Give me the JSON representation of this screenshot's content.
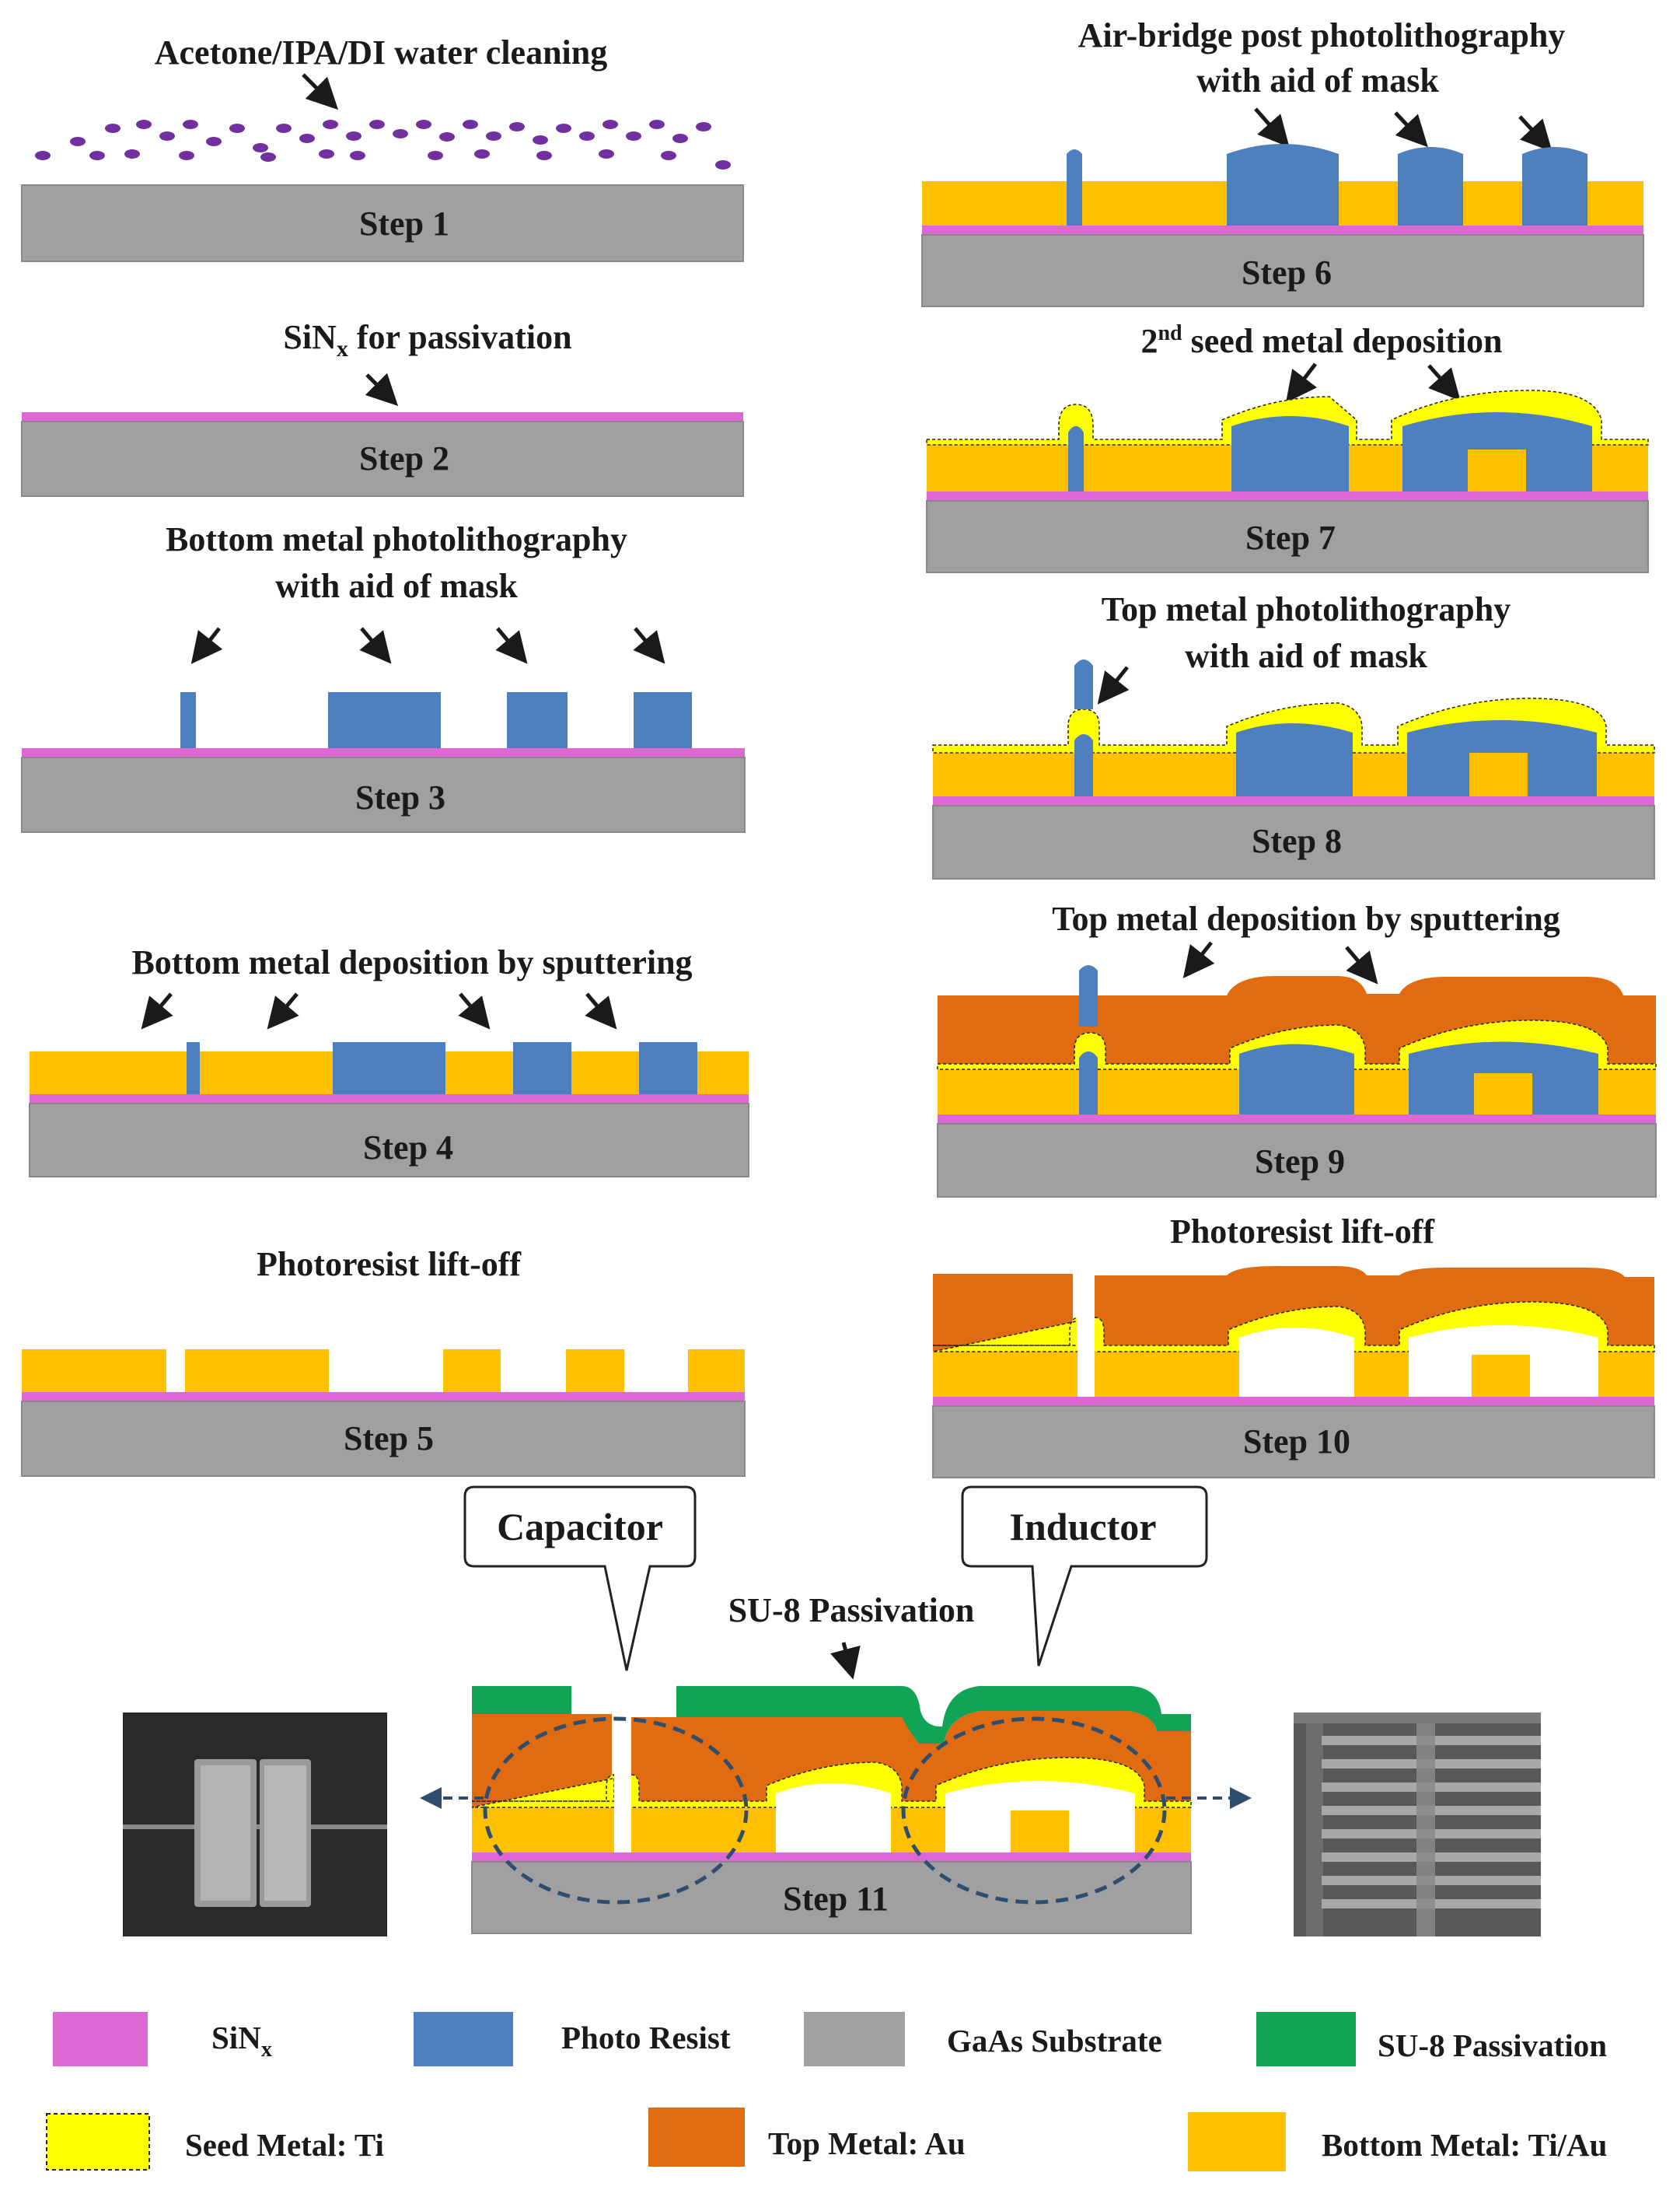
{
  "colors": {
    "sinx": "#DD67D3",
    "photo_resist": "#4E80BF",
    "gaas_substrate": "#A0A0A0",
    "su8_passivation": "#11A456",
    "seed_metal": "#FFFF00",
    "top_metal": "#E06B10",
    "bottom_metal": "#FFC000",
    "particles": "#7030A0",
    "arrow": "#1a1a1a",
    "sem_bg": "#2a2a2a"
  },
  "steps": {
    "s1": {
      "caption": "Acetone/IPA/DI water cleaning",
      "label": "Step 1"
    },
    "s2": {
      "caption_main": "SiN",
      "caption_sub": "x",
      "caption_rest": " for passivation",
      "label": "Step 2"
    },
    "s3": {
      "caption_l1": "Bottom metal photolithography",
      "caption_l2": "with aid of mask",
      "label": "Step 3"
    },
    "s4": {
      "caption": "Bottom metal deposition by sputtering",
      "label": "Step 4"
    },
    "s5": {
      "caption": "Photoresist lift-off",
      "label": "Step 5"
    },
    "s6": {
      "caption_l1": "Air-bridge post photolithography",
      "caption_l2": "with aid of mask",
      "label": "Step 6"
    },
    "s7": {
      "caption_pre": "2",
      "caption_sup": "nd",
      "caption_rest": " seed metal deposition",
      "label": "Step 7"
    },
    "s8": {
      "caption_l1": "Top metal photolithography",
      "caption_l2": "with aid of mask",
      "label": "Step 8"
    },
    "s9": {
      "caption": "Top metal deposition by sputtering",
      "label": "Step 9"
    },
    "s10": {
      "caption": "Photoresist lift-off",
      "label": "Step 10"
    },
    "s11": {
      "label": "Step 11",
      "su8_caption": "SU-8 Passivation",
      "capacitor_callout": "Capacitor",
      "inductor_callout": "Inductor"
    }
  },
  "legend": [
    {
      "key": "sinx",
      "label_main": "SiN",
      "label_sub": "x"
    },
    {
      "key": "photo_resist",
      "label_main": "Photo Resist",
      "label_sub": ""
    },
    {
      "key": "gaas_substrate",
      "label_main": "GaAs Substrate",
      "label_sub": ""
    },
    {
      "key": "su8_passivation",
      "label_main": "SU-8 Passivation",
      "label_sub": ""
    },
    {
      "key": "seed_metal",
      "label_main": "Seed Metal: Ti",
      "label_sub": ""
    },
    {
      "key": "top_metal",
      "label_main": "Top Metal: Au",
      "label_sub": ""
    },
    {
      "key": "bottom_metal",
      "label_main": "Bottom Metal: Ti/Au",
      "label_sub": ""
    }
  ]
}
